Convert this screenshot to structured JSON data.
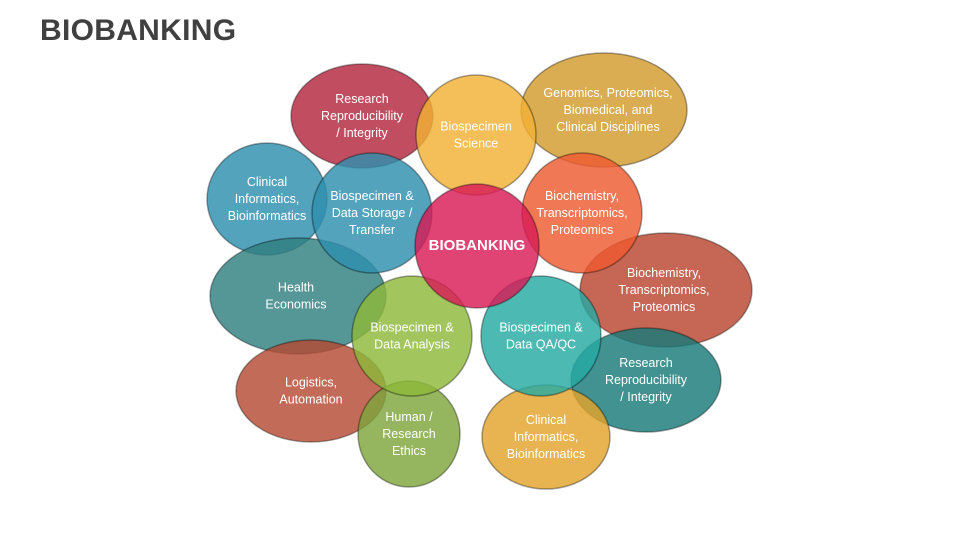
{
  "title": "BIOBANKING",
  "colors": {
    "red_maroon": "#B3263E",
    "yellow": "#F2B134",
    "mustard": "#D29B2C",
    "teal_blue": "#2E8FAE",
    "center_pink": "#D81B55",
    "orange": "#EE5A2F",
    "rust": "#B8462E",
    "teal": "#2F7F80",
    "green": "#8DB83A",
    "teal_cyan": "#26A9A2",
    "terracotta": "#B54A33",
    "olive_green": "#7EA53A",
    "teal_dark": "#177A79",
    "gold": "#E3A32B"
  },
  "nodes": {
    "center": {
      "lines": [
        "BIOBANKING"
      ]
    },
    "research_integrity_top": {
      "lines": [
        "Research",
        "Reproducibility",
        "/ Integrity"
      ]
    },
    "biospecimen_science": {
      "lines": [
        "Biospecimen",
        "Science"
      ]
    },
    "genomics": {
      "lines": [
        "Genomics, Proteomics,",
        "Biomedical, and",
        "Clinical Disciplines"
      ]
    },
    "clinical_informatics_left": {
      "lines": [
        "Clinical",
        "Informatics,",
        "Bioinformatics"
      ]
    },
    "data_storage": {
      "lines": [
        "Biospecimen &",
        "Data Storage /",
        "Transfer"
      ]
    },
    "biochemistry_inner": {
      "lines": [
        "Biochemistry,",
        "Transcriptomics,",
        "Proteomics"
      ]
    },
    "health_economics": {
      "lines": [
        "Health",
        "Economics"
      ]
    },
    "biochemistry_outer": {
      "lines": [
        "Biochemistry,",
        "Transcriptomics,",
        "Proteomics"
      ]
    },
    "data_analysis": {
      "lines": [
        "Biospecimen &",
        "Data Analysis"
      ]
    },
    "data_qaqc": {
      "lines": [
        "Biospecimen &",
        "Data QA/QC"
      ]
    },
    "research_integrity_right": {
      "lines": [
        "Research",
        "Reproducibility",
        "/ Integrity"
      ]
    },
    "logistics": {
      "lines": [
        "Logistics,",
        "Automation"
      ]
    },
    "human_ethics": {
      "lines": [
        "Human /",
        "Research",
        "Ethics"
      ]
    },
    "clinical_informatics_bottom": {
      "lines": [
        "Clinical",
        "Informatics,",
        "Bioinformatics"
      ]
    }
  }
}
